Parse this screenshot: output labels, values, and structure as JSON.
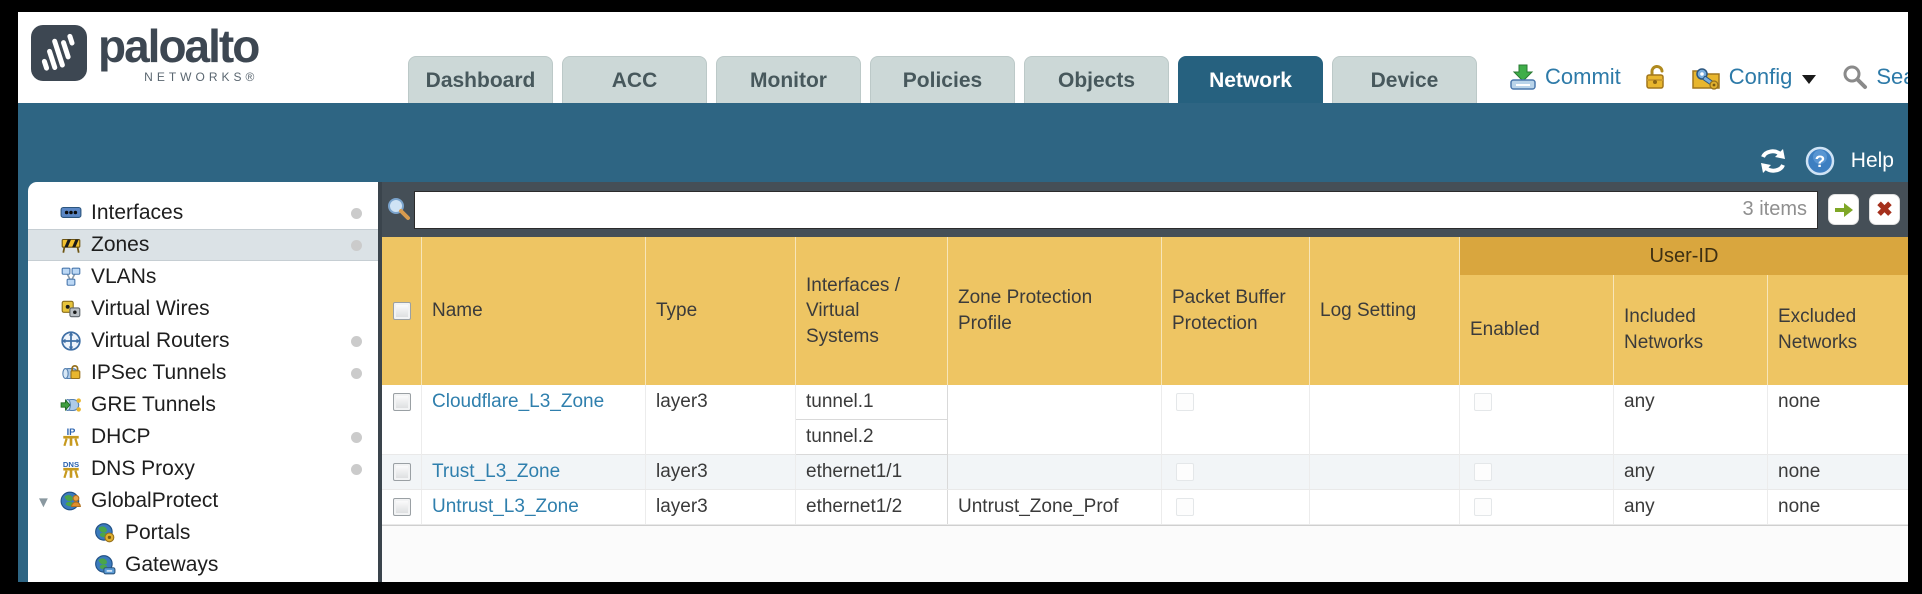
{
  "brand": {
    "name": "paloalto",
    "subtitle": "NETWORKS®"
  },
  "tabs": [
    {
      "label": "Dashboard"
    },
    {
      "label": "ACC"
    },
    {
      "label": "Monitor"
    },
    {
      "label": "Policies"
    },
    {
      "label": "Objects"
    },
    {
      "label": "Network",
      "active": true
    },
    {
      "label": "Device"
    }
  ],
  "header_actions": {
    "commit": "Commit",
    "config": "Config",
    "search": "Search"
  },
  "band": {
    "help": "Help"
  },
  "filter_bar": {
    "items_count": "3 items",
    "search_value": ""
  },
  "sidebar": {
    "items": [
      {
        "label": "Interfaces",
        "dot": true
      },
      {
        "label": "Zones",
        "dot": true,
        "selected": true
      },
      {
        "label": "VLANs"
      },
      {
        "label": "Virtual Wires"
      },
      {
        "label": "Virtual Routers",
        "dot": true
      },
      {
        "label": "IPSec Tunnels",
        "dot": true
      },
      {
        "label": "GRE Tunnels"
      },
      {
        "label": "DHCP",
        "dot": true
      },
      {
        "label": "DNS Proxy",
        "dot": true
      },
      {
        "label": "GlobalProtect",
        "expanded": true
      },
      {
        "label": "Portals",
        "child": true
      },
      {
        "label": "Gateways",
        "child": true
      }
    ]
  },
  "table": {
    "group_header": "User-ID",
    "columns": [
      "Name",
      "Type",
      "Interfaces / Virtual Systems",
      "Zone Protection Profile",
      "Packet Buffer Protection",
      "Log Setting",
      "Enabled",
      "Included Networks",
      "Excluded Networks"
    ],
    "rows": [
      {
        "name": "Cloudflare_L3_Zone",
        "type": "layer3",
        "interfaces": [
          "tunnel.1",
          "tunnel.2"
        ],
        "zone_protection_profile": "",
        "log_setting": "",
        "included_networks": "any",
        "excluded_networks": "none"
      },
      {
        "name": "Trust_L3_Zone",
        "type": "layer3",
        "interfaces": [
          "ethernet1/1"
        ],
        "zone_protection_profile": "",
        "log_setting": "",
        "included_networks": "any",
        "excluded_networks": "none"
      },
      {
        "name": "Untrust_L3_Zone",
        "type": "layer3",
        "interfaces": [
          "ethernet1/2"
        ],
        "zone_protection_profile": "Untrust_Zone_Prof",
        "log_setting": "",
        "included_networks": "any",
        "excluded_networks": "none"
      }
    ]
  },
  "colors": {
    "teal_band": "#2e6583",
    "slate_bar": "#454f57",
    "table_header_gold": "#eec563",
    "user_id_band_gold": "#d9a63e",
    "active_tab": "#26617f",
    "link_blue": "#2f7fad"
  }
}
